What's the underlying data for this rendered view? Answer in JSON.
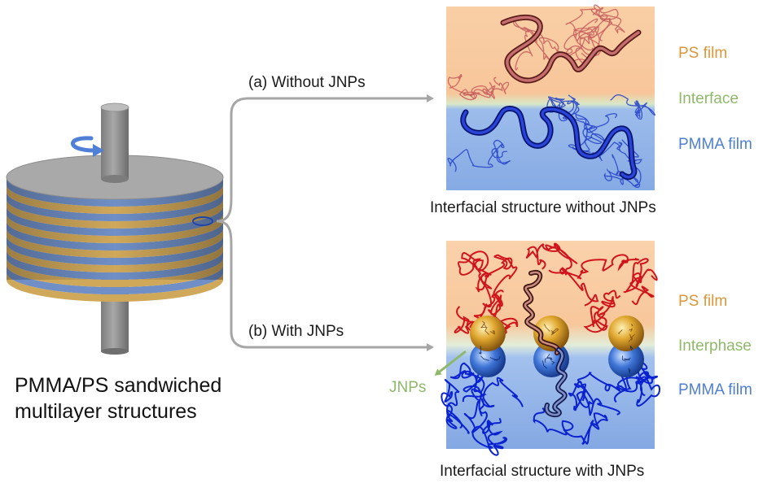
{
  "colors": {
    "ps": "#D9973A",
    "interface": "#8FB96A",
    "pmma": "#4E7FD1",
    "ps_bg": "#F9CC9E",
    "pmma_bg": "#89AEE6",
    "chain_ps": "#C0151B",
    "chain_pmma": "#0A1FC8",
    "arrow": "#A6A6A6"
  },
  "labels": {
    "branch_a": "(a) Without JNPs",
    "branch_b": "(b) With JNPs",
    "top_ps": "PS film",
    "top_interface": "Interface",
    "top_pmma": "PMMA film",
    "top_caption": "Interfacial structure without JNPs",
    "bot_ps": "PS film",
    "bot_interphase": "Interphase",
    "bot_pmma": "PMMA film",
    "bot_caption": "Interfacial structure with JNPs",
    "jnps": "JNPs",
    "main_caption": "PMMA/PS sandwiched multilayer structures"
  }
}
